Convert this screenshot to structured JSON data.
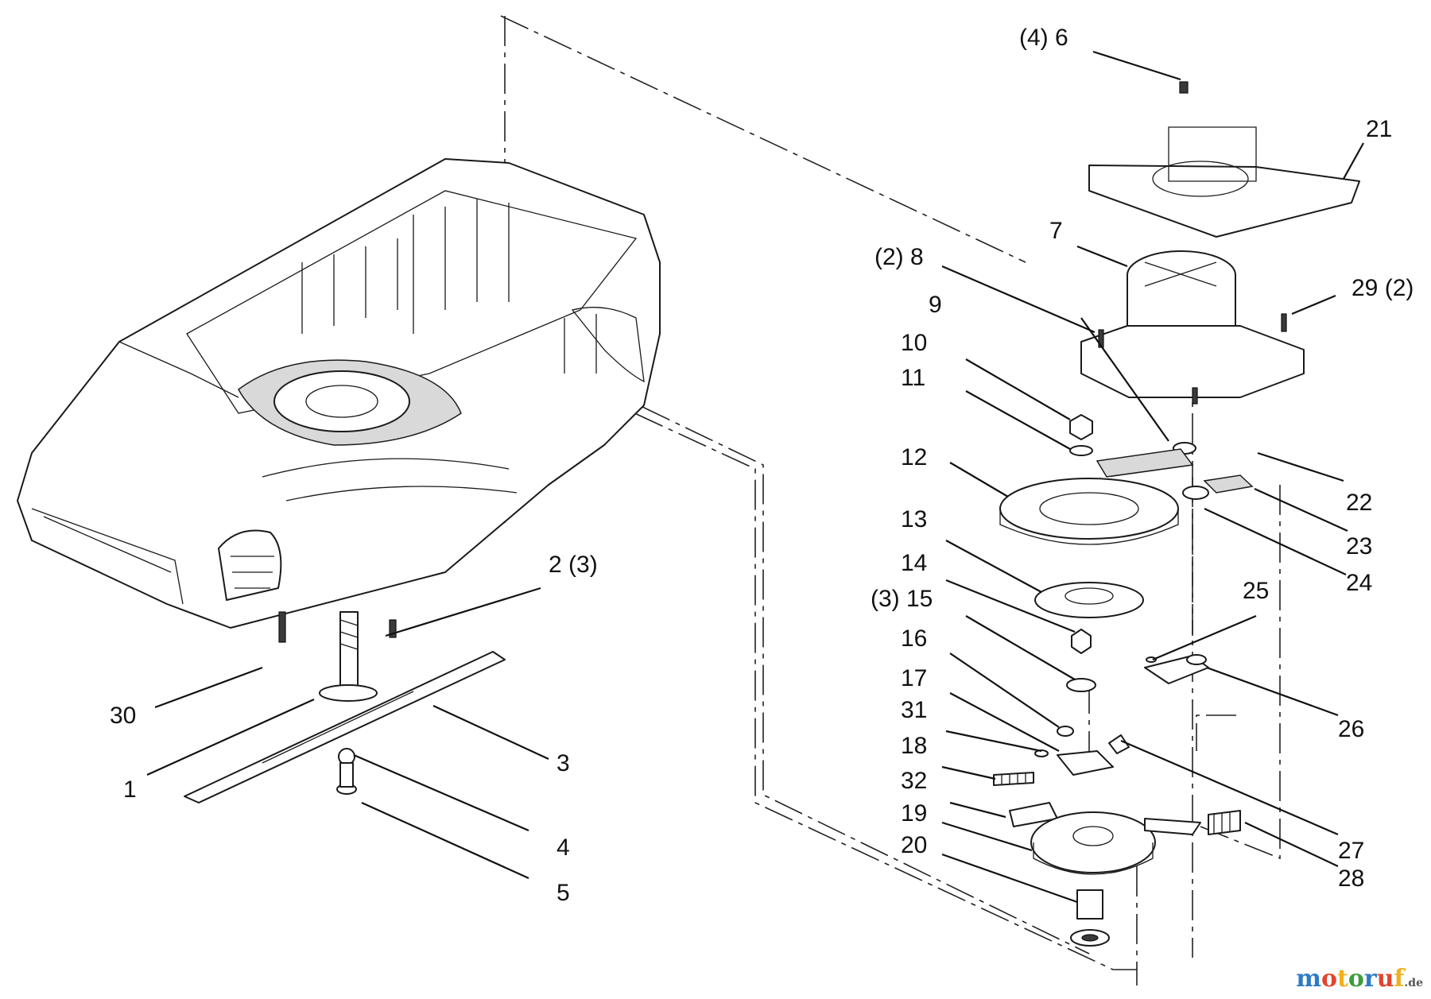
{
  "diagram": {
    "callouts": {
      "c1": "1",
      "c2": "2  (3)",
      "c3": "3",
      "c4": "4",
      "c5": "5",
      "c6": "(4)  6",
      "c7": "7",
      "c8": "(2)  8",
      "c9": "9",
      "c10": "10",
      "c11": "11",
      "c12": "12",
      "c13": "13",
      "c14": "14",
      "c15": "(3) 15",
      "c16": "16",
      "c17": "17",
      "c18": "18",
      "c19": "19",
      "c20": "20",
      "c21": "21",
      "c22": "22",
      "c23": "23",
      "c24": "24",
      "c25": "25",
      "c26": "26",
      "c27": "27",
      "c28": "28",
      "c29": "29 (2)",
      "c30": "30",
      "c31": "31",
      "c32": "32"
    }
  },
  "watermark": {
    "text": "motoruf",
    "suffix": ".de",
    "colors": [
      "#2e7bc4",
      "#e0462d",
      "#f2b01e",
      "#3a9e3a"
    ]
  }
}
